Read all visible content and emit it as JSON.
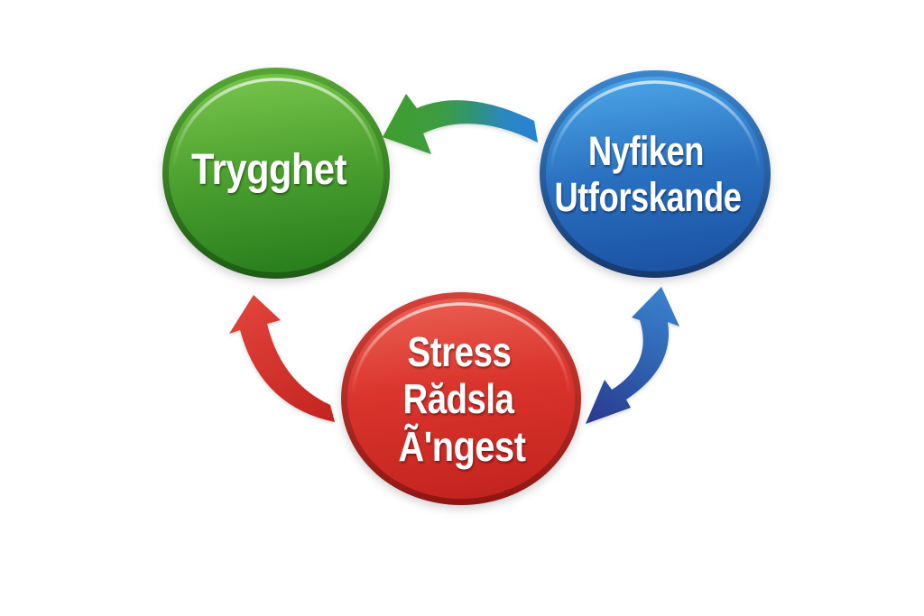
{
  "diagram": {
    "type": "cycle-diagram",
    "background_color": "#ffffff",
    "nodes": {
      "green": {
        "label": "Trygghet",
        "fill_top": "#76c44a",
        "fill_mid": "#4ba02f",
        "fill_bottom": "#2a7f1e",
        "rim_top": "#56a635",
        "rim_bottom": "#1d5c14"
      },
      "blue": {
        "line1": "Nyfiken",
        "line2": "Utforskande",
        "fill_top": "#4aa5e6",
        "fill_mid": "#2a70c0",
        "fill_bottom": "#1c53a5",
        "rim_top": "#3b86cf",
        "rim_bottom": "#16386f"
      },
      "red": {
        "line1": "Stress",
        "line2": "Rădsla",
        "line3": "Ã'ngest",
        "fill_top": "#ea5e52",
        "fill_mid": "#da342c",
        "fill_bottom": "#c42420",
        "rim_top": "#d4423a",
        "rim_bottom": "#8f1512"
      }
    },
    "arrows": {
      "blue_to_green": {
        "from": "Nyfiken Utforskande",
        "to": "Trygghet",
        "direction": "one-way",
        "color_head": "#3f9e2c",
        "color_mid": "#2f9377",
        "color_tail": "#2583d6"
      },
      "blue_red": {
        "between_a": "Nyfiken Utforskande",
        "between_b": "Stress Rădsla Ã'ngest",
        "direction": "two-way",
        "color_top": "#3b82cf",
        "color_mid": "#2f62b0",
        "color_bottom": "#2a3a8e"
      },
      "red_to_green": {
        "from": "Stress Rădsla Ã'ngest",
        "to": "Trygghet",
        "direction": "one-way",
        "color_tail": "#c32320",
        "color_head": "#e0433a"
      }
    }
  }
}
